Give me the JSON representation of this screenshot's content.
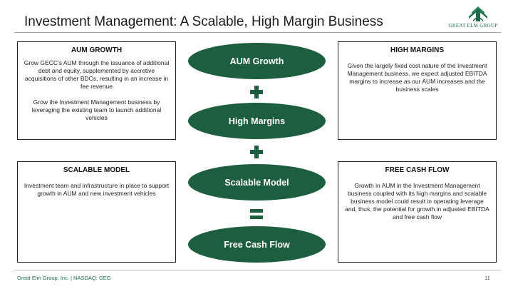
{
  "title": "Investment Management: A Scalable, High Margin Business",
  "logo": {
    "text": "GREAT ELM GROUP",
    "color": "#1a6b4b"
  },
  "boxes": {
    "aum_growth": {
      "heading": "AUM GROWTH",
      "para1": "Grow GECC’s AUM through the issuance of additional debt and equity, supplemented by accretive acquisitions of other BDCs, resulting in an increase in fee revenue",
      "para2": "Grow the Investment Management business by leveraging the existing team to launch additional vehicles"
    },
    "high_margins": {
      "heading": "HIGH MARGINS",
      "para1": "Given the largely fixed cost nature of the Investment Management business, we expect adjusted EBITDA margins to increase as our AUM increases and the business scales"
    },
    "scalable_model": {
      "heading": "SCALABLE MODEL",
      "para1": "Investment team and infrastructure in place to support growth in AUM and new investment vehicles"
    },
    "free_cash_flow": {
      "heading": "FREE CASH FLOW",
      "para1": "Growth in AUM in the Investment Management business coupled with its high margins and scalable business model could result in operating leverage and, thus, the potential for growth in adjusted EBITDA and free cash flow"
    }
  },
  "ovals": [
    "AUM Growth",
    "High Margins",
    "Scalable Model",
    "Free Cash Flow"
  ],
  "colors": {
    "oval": "#1e5e40",
    "symbol": "#1e5e40"
  },
  "footer": {
    "text": "Great Elm Group, Inc. | NASDAQ: GEG",
    "page": "11"
  }
}
